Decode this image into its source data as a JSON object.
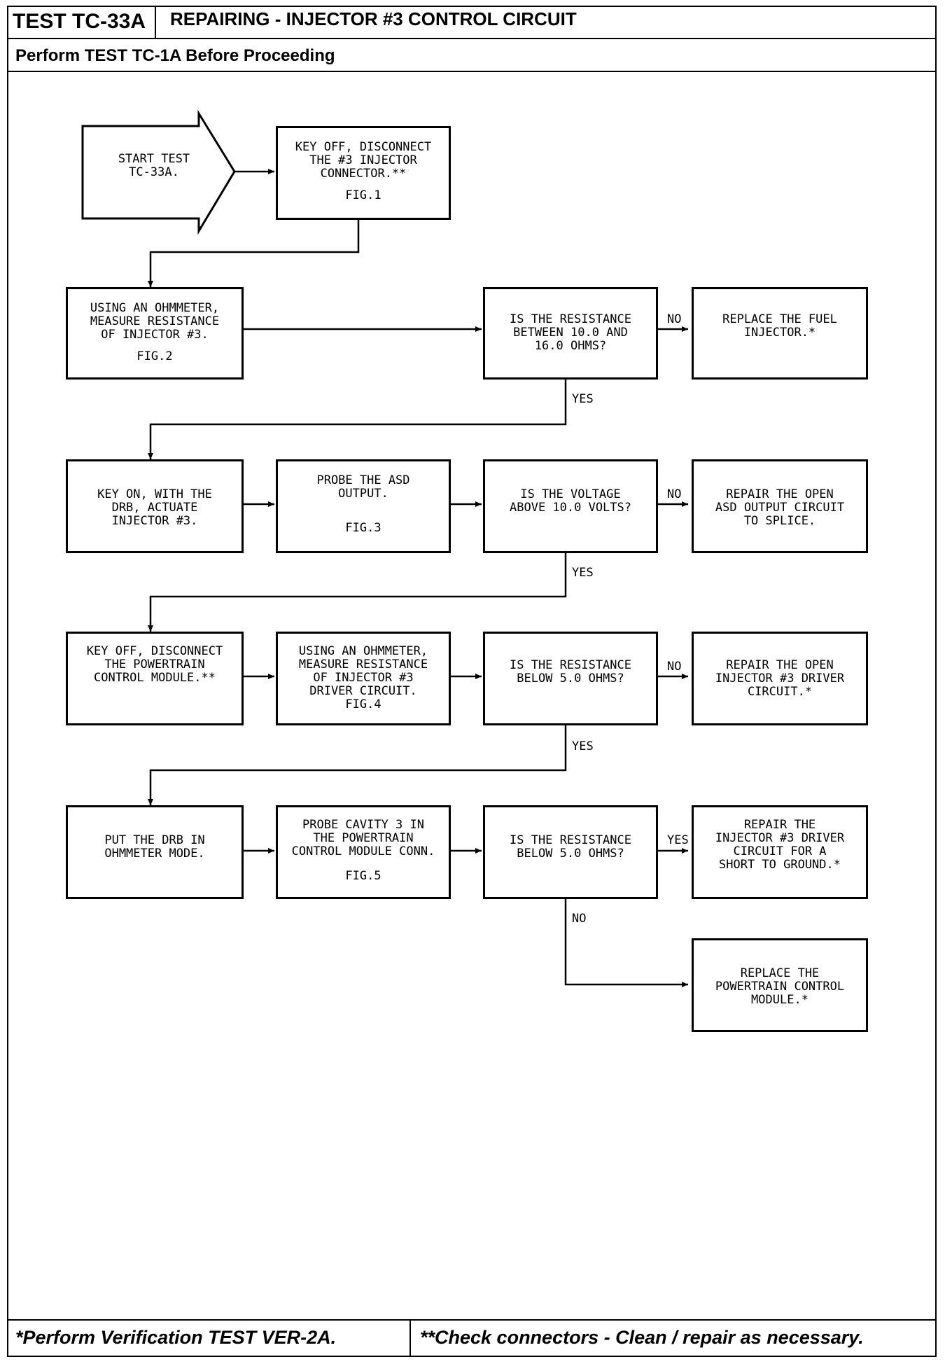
{
  "header": {
    "test_id": "TEST TC-33A",
    "title": "REPAIRING - INJECTOR #3 CONTROL CIRCUIT",
    "prerequisite": "Perform TEST TC-1A Before Proceeding"
  },
  "footer": {
    "note_single": "*Perform Verification TEST VER-2A.",
    "note_double": "**Check connectors - Clean / repair as necessary."
  },
  "flow": {
    "start": "START TEST\nTC-33A.",
    "step1": {
      "text": "KEY OFF, DISCONNECT\nTHE #3 INJECTOR\nCONNECTOR.**",
      "fig": "FIG.1"
    },
    "step2": {
      "text": "USING AN OHMMETER,\nMEASURE RESISTANCE\nOF INJECTOR #3.",
      "fig": "FIG.2"
    },
    "q1": "IS THE RESISTANCE\nBETWEEN 10.0 AND\n16.0 OHMS?",
    "r1": "REPLACE THE FUEL\nINJECTOR.*",
    "step3": "KEY ON, WITH THE\nDRB, ACTUATE\nINJECTOR #3.",
    "step4": {
      "text": "PROBE THE ASD\nOUTPUT.",
      "fig": "FIG.3"
    },
    "q2": "IS THE VOLTAGE\nABOVE 10.0 VOLTS?",
    "r2": "REPAIR THE OPEN\nASD OUTPUT CIRCUIT\nTO SPLICE.",
    "step5": "KEY OFF, DISCONNECT\nTHE POWERTRAIN\nCONTROL MODULE.**",
    "step6": {
      "text": "USING AN OHMMETER,\nMEASURE RESISTANCE\nOF INJECTOR #3\nDRIVER CIRCUIT.",
      "fig": "FIG.4"
    },
    "q3": "IS THE RESISTANCE\nBELOW 5.0 OHMS?",
    "r3": "REPAIR THE OPEN\nINJECTOR #3 DRIVER\nCIRCUIT.*",
    "step7": "PUT THE DRB IN\nOHMMETER MODE.",
    "step8": {
      "text": "PROBE CAVITY 3 IN\nTHE POWERTRAIN\nCONTROL MODULE CONN.",
      "fig": "FIG.5"
    },
    "q4": "IS THE RESISTANCE\nBELOW 5.0 OHMS?",
    "r4": "REPAIR THE\nINJECTOR #3 DRIVER\nCIRCUIT FOR A\nSHORT TO GROUND.*",
    "r5": "REPLACE THE\nPOWERTRAIN CONTROL\nMODULE.*",
    "labels": {
      "no": "NO",
      "yes": "YES"
    }
  }
}
